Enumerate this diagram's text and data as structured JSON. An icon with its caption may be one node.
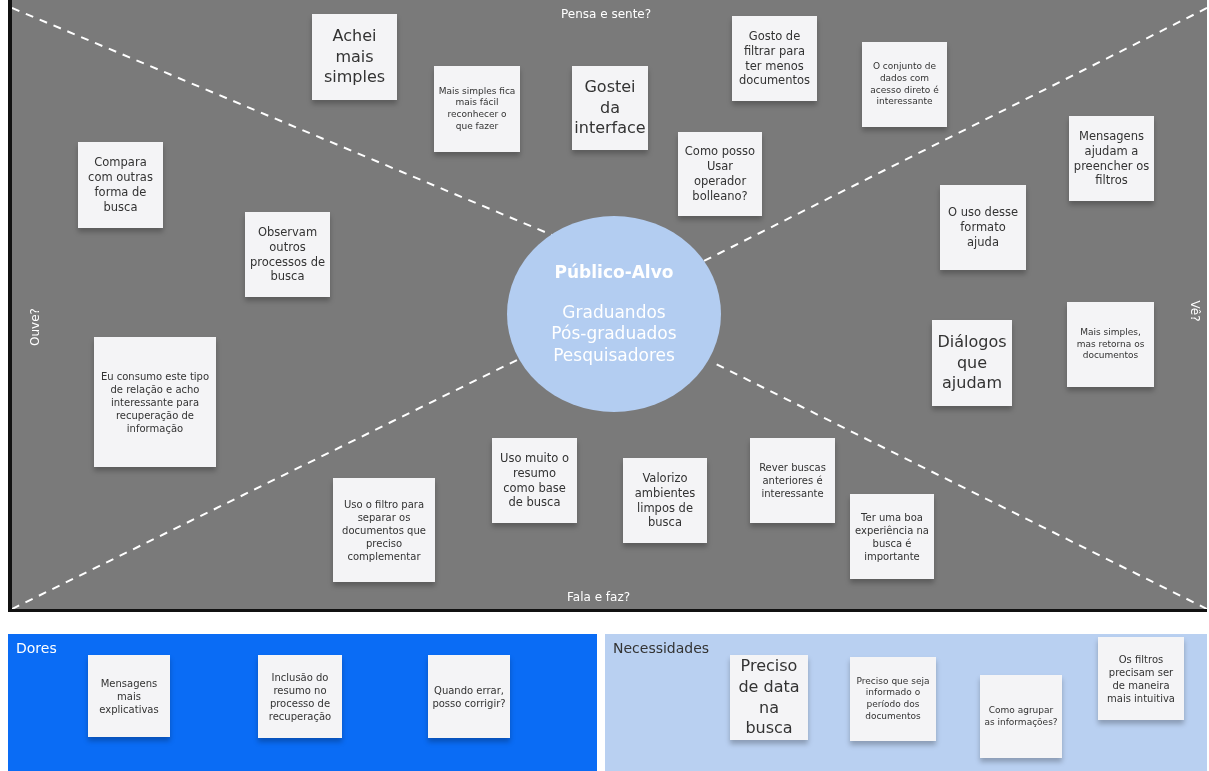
{
  "diagram": {
    "nodes": [
      {
        "text": [
          "Pensa e sente?",
          "Ouve?",
          "Vê?",
          "Fala e faz?"
        ]
      },
      {
        "text": [
          "Achei mais simples"
        ],
        "in": 0
      },
      {
        "text": [
          "Gosto de filtrar para ter menos documentos"
        ],
        "in": 0
      },
      {
        "text": [
          "O conjunto de dados com acesso direto é interessante"
        ],
        "in": 0
      },
      {
        "text": [
          "Mais simples fica mais fácil reconhecer o que fazer"
        ],
        "in": 0
      },
      {
        "text": [
          "Gostei da interface"
        ],
        "in": 0
      },
      {
        "text": [
          "Mensagens ajudam a preencher os filtros"
        ],
        "in": 0
      },
      {
        "text": [
          "Como posso Usar operador bolleano?"
        ],
        "in": 0
      },
      {
        "text": [
          "Compara com outras forma de busca"
        ],
        "in": 0
      },
      {
        "text": [
          "O uso desse formato ajuda"
        ],
        "in": 0
      },
      {
        "text": [
          "Observam outros processos de busca"
        ],
        "in": 0
      },
      {
        "text": [
          "Público-Alvo",
          "Graduandos Pós-graduados Pesquisadores"
        ],
        "in": 0
      },
      {
        "text": [
          "Mais simples, mas retorna os documentos"
        ],
        "in": 0
      },
      {
        "text": [
          "Diálogos que ajudam"
        ],
        "in": 0
      },
      {
        "text": [
          "Eu consumo este tipo de relação e acho interessante para recuperação de informação"
        ],
        "in": 0
      },
      {
        "text": [
          "Uso muito o resumo como base de busca"
        ],
        "in": 0
      },
      {
        "text": [
          "Rever buscas anteriores é interessante"
        ],
        "in": 0
      },
      {
        "text": [
          "Valorizo ambientes limpos de busca"
        ],
        "in": 0
      },
      {
        "text": [
          "Uso o filtro para separar os documentos que preciso complementar"
        ],
        "in": 0
      },
      {
        "text": [
          "Ter uma boa experiência na busca é importante"
        ],
        "in": 0
      },
      {
        "text": [
          "Dores"
        ]
      },
      {
        "text": [
          "Mensagens mais explicativas"
        ],
        "in": 20
      },
      {
        "text": [
          "Inclusão do resumo no processo de recuperação"
        ],
        "in": 20
      },
      {
        "text": [
          "Quando errar, posso corrigir?"
        ],
        "in": 20
      },
      {
        "text": [
          "Necessidades"
        ]
      },
      {
        "text": [
          "Os filtros precisam ser de maneira mais intuitiva"
        ],
        "in": 24
      },
      {
        "text": [
          "Preciso de data na busca"
        ],
        "in": 24
      },
      {
        "text": [
          "Preciso que seja informado o período dos documentos"
        ],
        "in": 24
      },
      {
        "text": [
          "Como agrupar as informações?"
        ],
        "in": 24
      }
    ]
  }
}
